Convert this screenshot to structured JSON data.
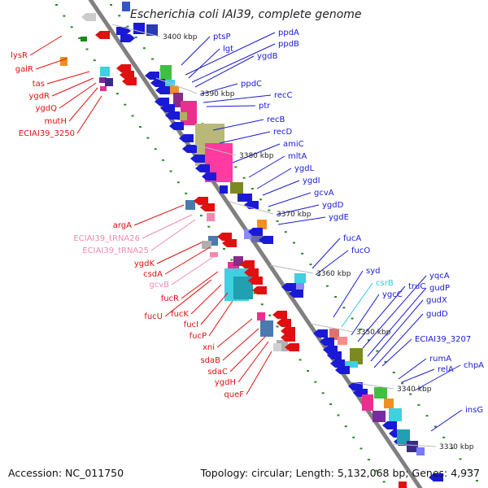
{
  "header": {
    "title": "Escherichia coli IAI39, complete genome"
  },
  "footer": {
    "accession": "Accession: NC_011750",
    "topology": "Topology: circular; Length: 5,132,068 bp; Genes: 4,937"
  },
  "colors": {
    "plus_strand": "#1a1ad6",
    "minus_strand": "#e01010",
    "trna": "#f08ab0",
    "trna_cyan": "#30c8e0",
    "backbone": "#808080",
    "gc_tick": "#2a8a2a"
  },
  "ticks": [
    "3400 kbp",
    "3390 kbp",
    "3380 kbp",
    "3370 kbp",
    "3360 kbp",
    "3350 kbp",
    "3340 kbp",
    "3330 kbp"
  ],
  "right_labels": [
    {
      "text": "ptsP",
      "color": "blue"
    },
    {
      "text": "ppdA",
      "color": "blue"
    },
    {
      "text": "lgt",
      "color": "blue"
    },
    {
      "text": "ppdB",
      "color": "blue"
    },
    {
      "text": "ygdB",
      "color": "blue"
    },
    {
      "text": "ppdC",
      "color": "blue"
    },
    {
      "text": "recC",
      "color": "blue"
    },
    {
      "text": "ptr",
      "color": "blue"
    },
    {
      "text": "recB",
      "color": "blue"
    },
    {
      "text": "recD",
      "color": "blue"
    },
    {
      "text": "amiC",
      "color": "blue"
    },
    {
      "text": "mltA",
      "color": "blue"
    },
    {
      "text": "ygdL",
      "color": "blue"
    },
    {
      "text": "ygdI",
      "color": "blue"
    },
    {
      "text": "gcvA",
      "color": "blue"
    },
    {
      "text": "ygdD",
      "color": "blue"
    },
    {
      "text": "ygdE",
      "color": "blue"
    },
    {
      "text": "fucA",
      "color": "blue"
    },
    {
      "text": "fucO",
      "color": "blue"
    },
    {
      "text": "syd",
      "color": "blue"
    },
    {
      "text": "csrB",
      "color": "cyan"
    },
    {
      "text": "ygcC",
      "color": "blue"
    },
    {
      "text": "truC",
      "color": "blue"
    },
    {
      "text": "yqcA",
      "color": "blue"
    },
    {
      "text": "gudP",
      "color": "blue"
    },
    {
      "text": "gudX",
      "color": "blue"
    },
    {
      "text": "gudD",
      "color": "blue"
    },
    {
      "text": "ECIAI39_3207",
      "color": "blue"
    },
    {
      "text": "rumA",
      "color": "blue"
    },
    {
      "text": "relA",
      "color": "blue"
    },
    {
      "text": "chpA",
      "color": "blue"
    },
    {
      "text": "insG",
      "color": "blue"
    }
  ],
  "left_labels": [
    {
      "text": "lysR",
      "color": "red"
    },
    {
      "text": "galR",
      "color": "red"
    },
    {
      "text": "tas",
      "color": "red"
    },
    {
      "text": "ygdR",
      "color": "red"
    },
    {
      "text": "ygdQ",
      "color": "red"
    },
    {
      "text": "mutH",
      "color": "red"
    },
    {
      "text": "ECIAI39_3250",
      "color": "red"
    },
    {
      "text": "argA",
      "color": "red"
    },
    {
      "text": "ECIAI39_tRNA26",
      "color": "pink"
    },
    {
      "text": "ECIAI39_tRNA25",
      "color": "pink"
    },
    {
      "text": "ygdK",
      "color": "red"
    },
    {
      "text": "csdA",
      "color": "red"
    },
    {
      "text": "gcvB",
      "color": "pink"
    },
    {
      "text": "fucR",
      "color": "red"
    },
    {
      "text": "fucU",
      "color": "red"
    },
    {
      "text": "fucK",
      "color": "red"
    },
    {
      "text": "fucI",
      "color": "red"
    },
    {
      "text": "fucP",
      "color": "red"
    },
    {
      "text": "xni",
      "color": "red"
    },
    {
      "text": "sdaB",
      "color": "red"
    },
    {
      "text": "sdaC",
      "color": "red"
    },
    {
      "text": "ygdH",
      "color": "red"
    },
    {
      "text": "queF",
      "color": "red"
    }
  ]
}
